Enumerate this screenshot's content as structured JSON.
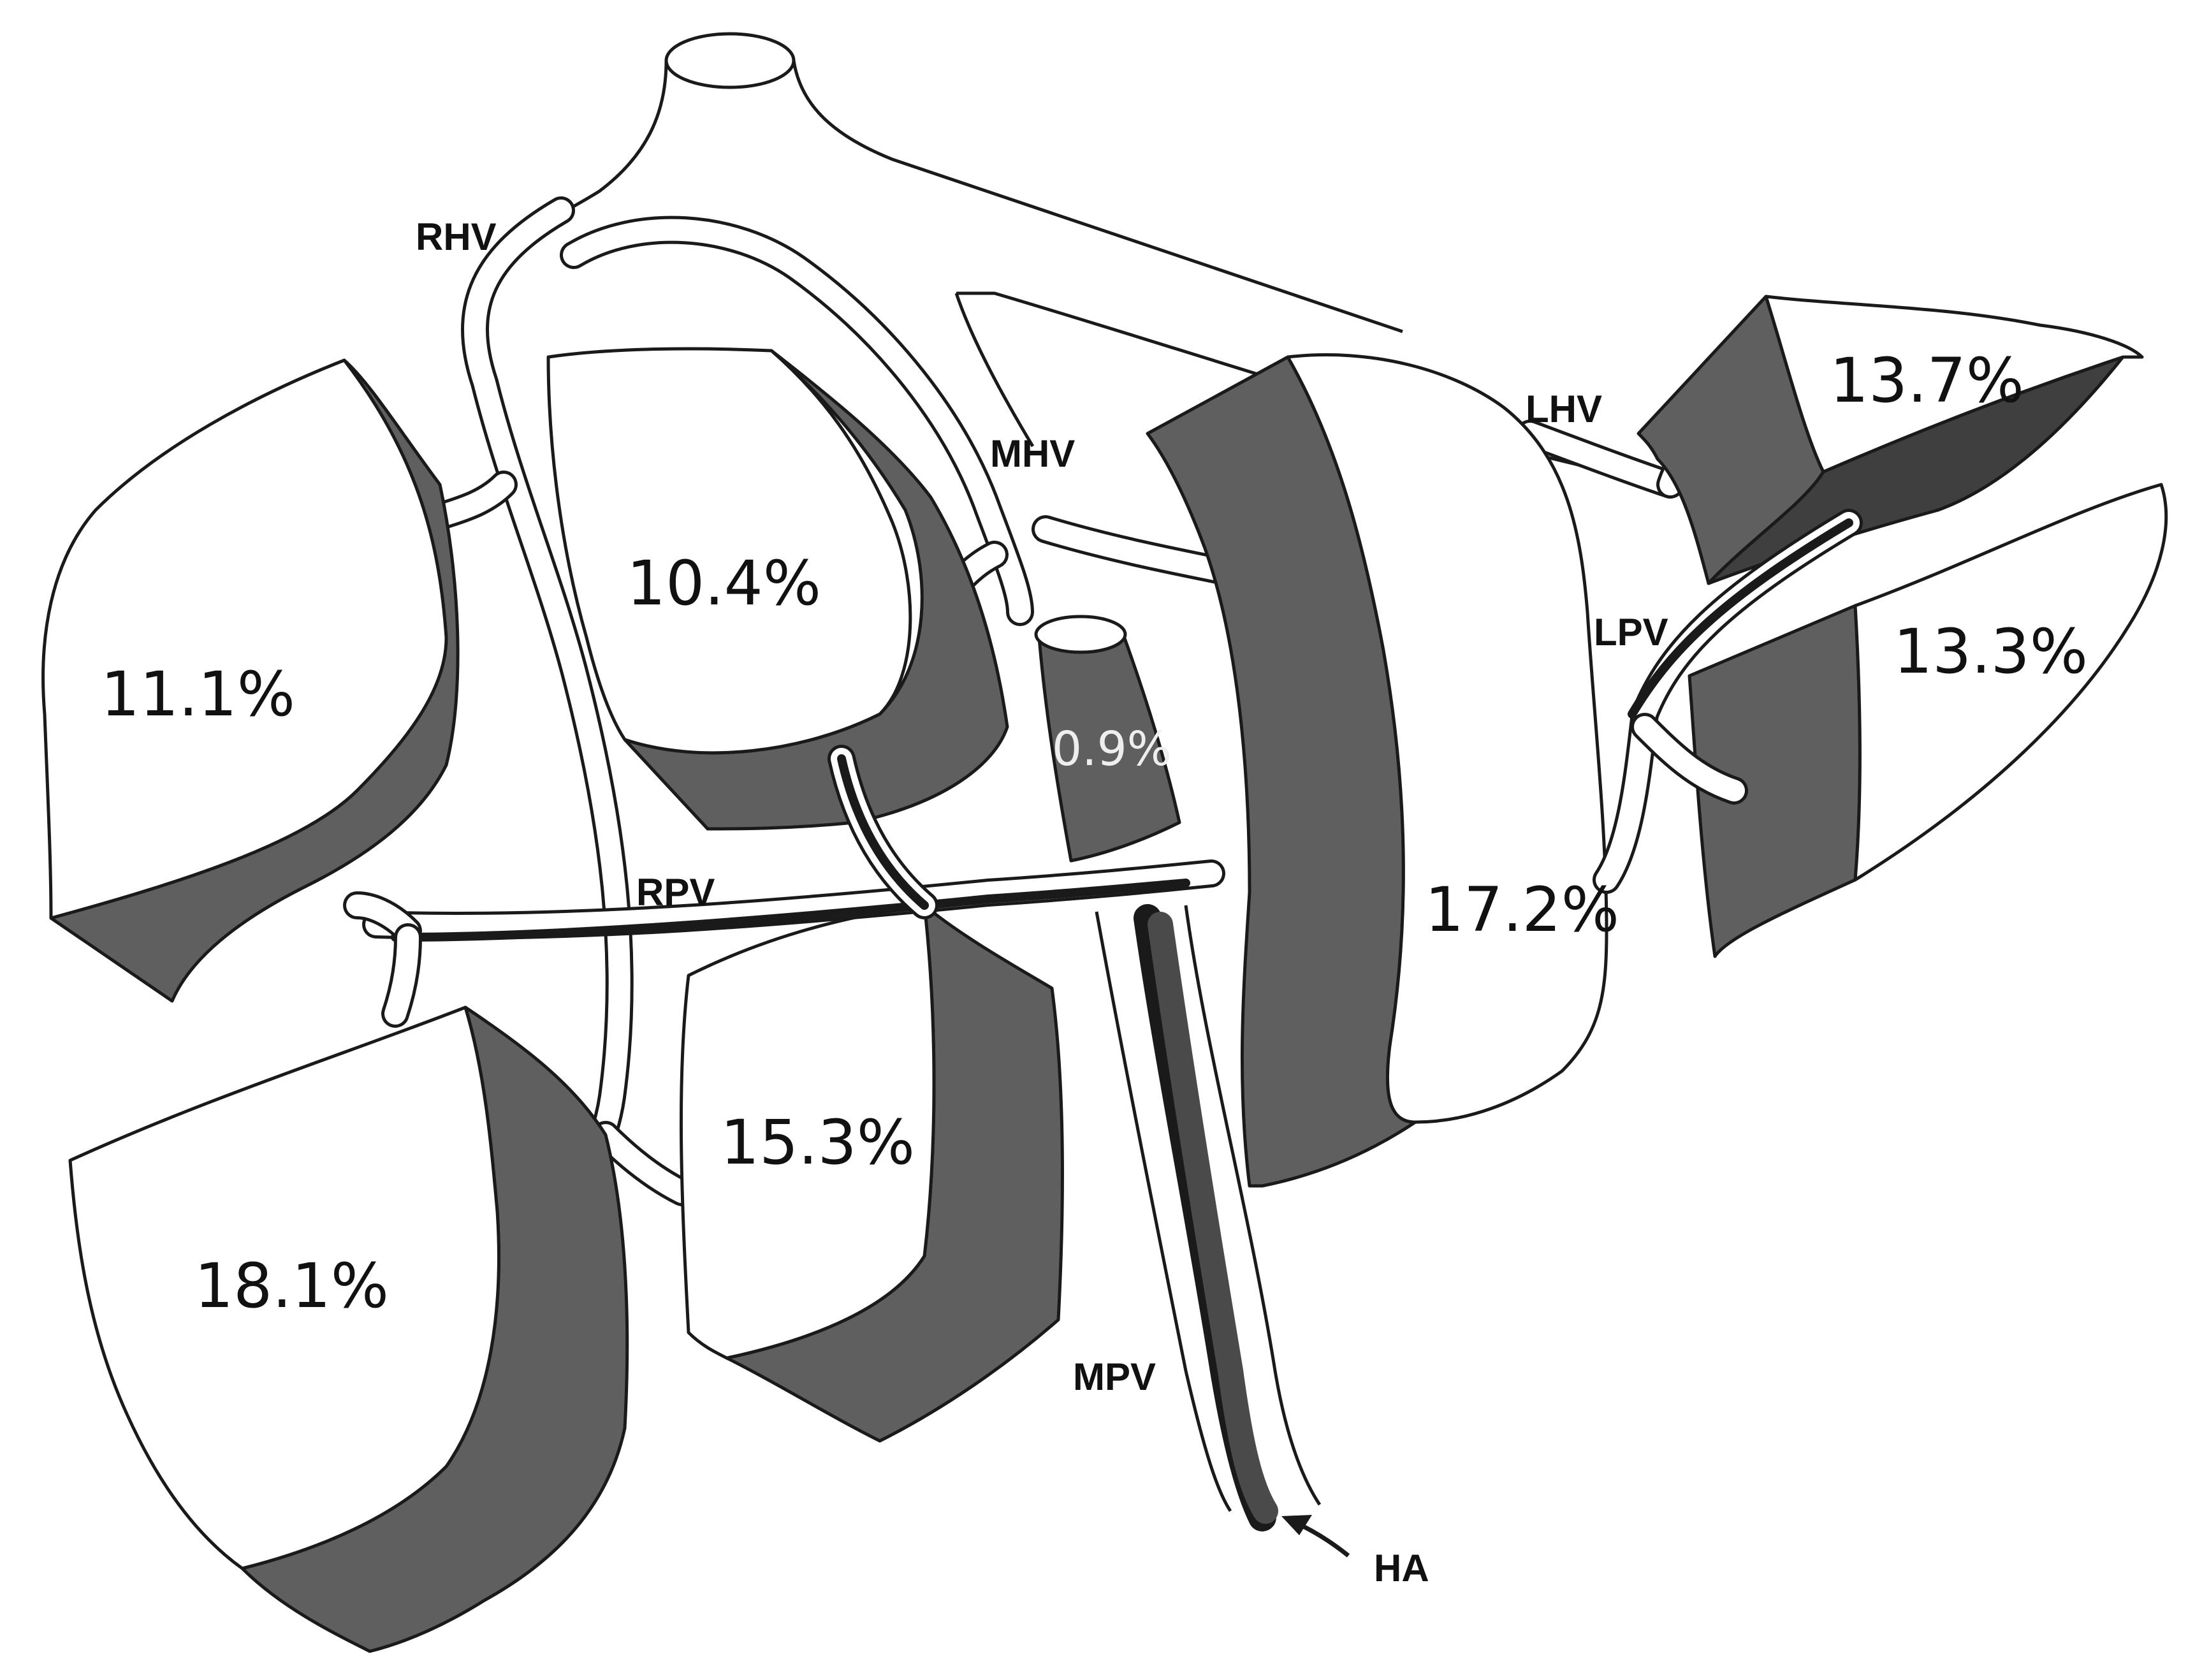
{
  "colors": {
    "segment_face": "#ffffff",
    "segment_side": "#5f5f5f",
    "segment_side_dark": "#3f3f3f",
    "outline": "#1a1a1a",
    "vessel_fill": "#ffffff",
    "portal_core": "#4a4a4a"
  },
  "segments": [
    {
      "id": "seg-right-posterior-superior",
      "label": "11.1%"
    },
    {
      "id": "seg-right-anterior-superior",
      "label": "10.4%"
    },
    {
      "id": "seg-caudate",
      "label": "0.9%"
    },
    {
      "id": "seg-left-medial",
      "label": "17.2%"
    },
    {
      "id": "seg-left-lateral-superior",
      "label": "13.7%"
    },
    {
      "id": "seg-left-lateral-inferior",
      "label": "13.3%"
    },
    {
      "id": "seg-right-posterior-inferior",
      "label": "18.1%"
    },
    {
      "id": "seg-right-anterior-inferior",
      "label": "15.3%"
    }
  ],
  "vessel_labels": {
    "rhv": "RHV",
    "mhv": "MHV",
    "lhv": "LHV",
    "lpv": "LPV",
    "rpv": "RPV",
    "mpv": "MPV",
    "ha": "HA"
  }
}
